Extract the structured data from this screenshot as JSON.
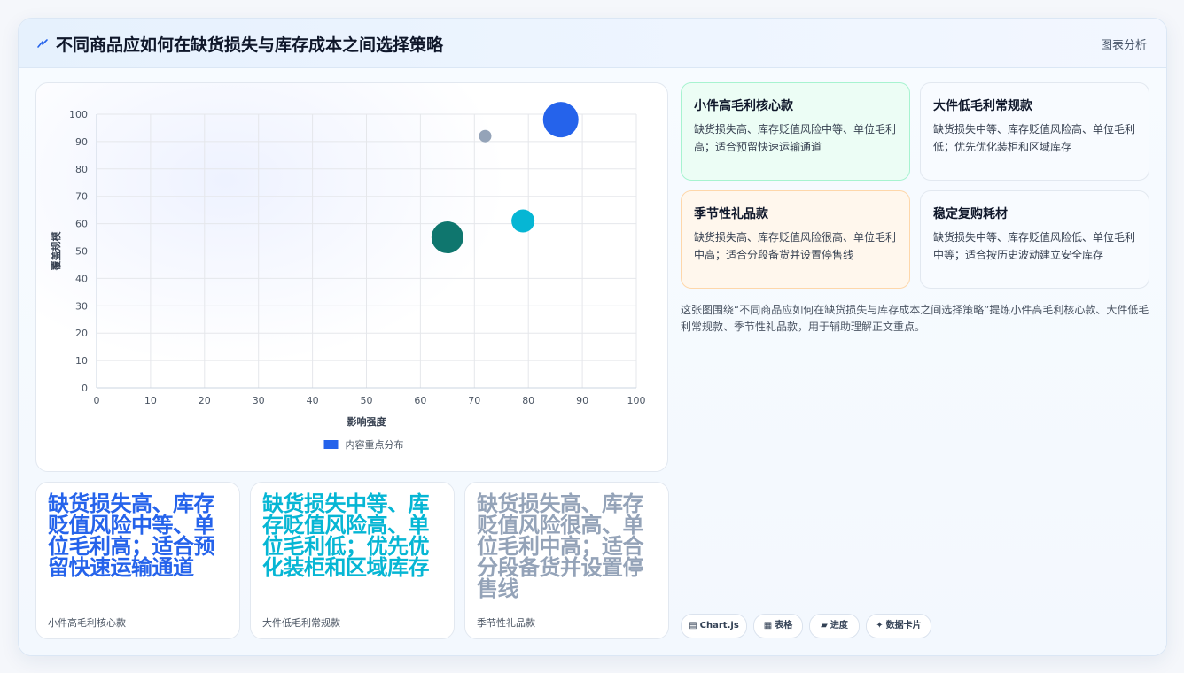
{
  "header": {
    "title": "不同商品应如何在缺货损失与库存成本之间选择策略",
    "right_label": "图表分析"
  },
  "chart_data": {
    "type": "scatter",
    "xlabel": "影响强度",
    "ylabel": "覆盖规模",
    "xlim": [
      0,
      100
    ],
    "ylim": [
      0,
      100
    ],
    "x_ticks": [
      "0",
      "10",
      "20",
      "30",
      "40",
      "50",
      "60",
      "70",
      "80",
      "90",
      "100"
    ],
    "y_ticks": [
      "0",
      "10",
      "20",
      "30",
      "40",
      "50",
      "60",
      "70",
      "80",
      "90",
      "100"
    ],
    "grid": true,
    "legend": {
      "label": "内容重点分布",
      "position": "bottom",
      "color": "#2563eb"
    },
    "points": [
      {
        "x": 86,
        "y": 98,
        "r": 20,
        "color": "#2563eb"
      },
      {
        "x": 72,
        "y": 92,
        "r": 7,
        "color": "#94a3b8"
      },
      {
        "x": 79,
        "y": 61,
        "r": 13,
        "color": "#06b6d4"
      },
      {
        "x": 65,
        "y": 55,
        "r": 18,
        "color": "#0f766e"
      }
    ]
  },
  "big_cards": [
    {
      "text": "缺货损失高、库存贬值风险中等、单位毛利高；适合预留快速运输通道",
      "caption": "小件高毛利核心款",
      "color": "#2563eb"
    },
    {
      "text": "缺货损失中等、库存贬值风险高、单位毛利低；优先优化装柜和区域库存",
      "caption": "大件低毛利常规款",
      "color": "#06b6d4"
    },
    {
      "text": "缺货损失高、库存贬值风险很高、单位毛利中高；适合分段备货并设置停售线",
      "caption": "季节性礼品款",
      "color": "#94a3b8"
    }
  ],
  "info_cards": [
    {
      "title": "小件高毛利核心款",
      "body": "缺货损失高、库存贬值风险中等、单位毛利高；适合预留快速运输通道",
      "bg": "#ecfdf5",
      "border": "#a7f3d0"
    },
    {
      "title": "大件低毛利常规款",
      "body": "缺货损失中等、库存贬值风险高、单位毛利低；优先优化装柜和区域库存",
      "bg": "#f8fbff",
      "border": "#e2e8f0"
    },
    {
      "title": "季节性礼品款",
      "body": "缺货损失高、库存贬值风险很高、单位毛利中高；适合分段备货并设置停售线",
      "bg": "#fff7ed",
      "border": "#fed7aa"
    },
    {
      "title": "稳定复购耗材",
      "body": "缺货损失中等、库存贬值风险低、单位毛利中等；适合按历史波动建立安全库存",
      "bg": "#f8fbff",
      "border": "#e2e8f0"
    }
  ],
  "summary": "这张图围绕“不同商品应如何在缺货损失与库存成本之间选择策略”提炼小件高毛利核心款、大件低毛利常规款、季节性礼品款，用于辅助理解正文重点。",
  "tags": [
    {
      "icon": "▤",
      "label": "Chart.js"
    },
    {
      "icon": "▦",
      "label": "表格"
    },
    {
      "icon": "▰",
      "label": "进度"
    },
    {
      "icon": "✦",
      "label": "数据卡片"
    }
  ]
}
